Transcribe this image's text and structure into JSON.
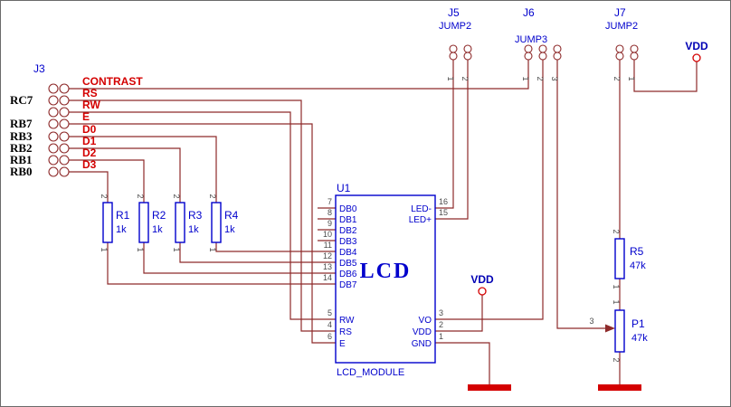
{
  "colors": {
    "wire": "#8e2a2a",
    "component": "#0000cc",
    "signal_text": "#d40000",
    "port_text": "#000000",
    "pin_number": "#4a4a4a",
    "power_red": "#d40000",
    "power_label": "#0000b4",
    "background": "#ffffff"
  },
  "j3": {
    "ref": "J3",
    "rows": [
      {
        "signal": "CONTRAST",
        "port": ""
      },
      {
        "signal": "RS",
        "port": "RC7"
      },
      {
        "signal": "RW",
        "port": ""
      },
      {
        "signal": "E",
        "port": "RB7"
      },
      {
        "signal": "D0",
        "port": "RB3"
      },
      {
        "signal": "D1",
        "port": "RB2"
      },
      {
        "signal": "D2",
        "port": "RB1"
      },
      {
        "signal": "D3",
        "port": "RB0"
      }
    ]
  },
  "resistors": [
    {
      "ref": "R1",
      "value": "1k",
      "pin_top": "2",
      "pin_bottom": "1"
    },
    {
      "ref": "R2",
      "value": "1k",
      "pin_top": "2",
      "pin_bottom": "1"
    },
    {
      "ref": "R3",
      "value": "1k",
      "pin_top": "2",
      "pin_bottom": "1"
    },
    {
      "ref": "R4",
      "value": "1k",
      "pin_top": "2",
      "pin_bottom": "1"
    },
    {
      "ref": "R5",
      "value": "47k",
      "pin_top": "2",
      "pin_bottom": "1"
    }
  ],
  "potentiometer": {
    "ref": "P1",
    "value": "47k",
    "pin_top": "1",
    "pin_bottom": "2",
    "pin_wiper": "3"
  },
  "u1": {
    "ref": "U1",
    "title": "LCD",
    "footprint": "LCD_MODULE",
    "left_pins": [
      {
        "num": "7",
        "name": "DB0"
      },
      {
        "num": "8",
        "name": "DB1"
      },
      {
        "num": "9",
        "name": "DB2"
      },
      {
        "num": "10",
        "name": "DB3"
      },
      {
        "num": "11",
        "name": "DB4"
      },
      {
        "num": "12",
        "name": "DB5"
      },
      {
        "num": "13",
        "name": "DB6"
      },
      {
        "num": "14",
        "name": "DB7"
      },
      {
        "num": "5",
        "name": "RW"
      },
      {
        "num": "4",
        "name": "RS"
      },
      {
        "num": "6",
        "name": "E"
      }
    ],
    "right_pins": [
      {
        "num": "16",
        "name": "LED-"
      },
      {
        "num": "15",
        "name": "LED+"
      },
      {
        "num": "3",
        "name": "VO"
      },
      {
        "num": "2",
        "name": "VDD"
      },
      {
        "num": "1",
        "name": "GND"
      }
    ]
  },
  "jumpers": [
    {
      "ref": "J5",
      "type": "JUMP2",
      "pins": [
        "1",
        "2"
      ]
    },
    {
      "ref": "J6",
      "type": "JUMP3",
      "pins": [
        "1",
        "2",
        "3"
      ]
    },
    {
      "ref": "J7",
      "type": "JUMP2",
      "pins": [
        "2",
        "1"
      ]
    }
  ],
  "power": {
    "vdd_top": "VDD",
    "vdd_mid": "VDD"
  }
}
